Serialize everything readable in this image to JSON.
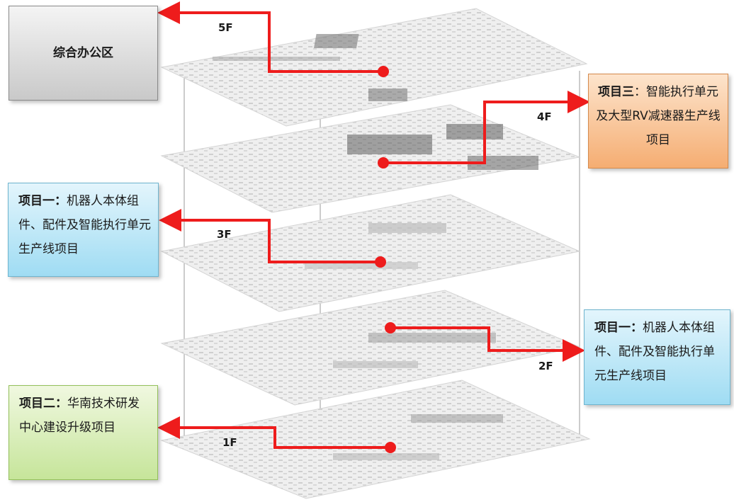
{
  "boxes": {
    "office": {
      "text": "综合办公区"
    },
    "project3": {
      "bold": "项目三",
      "text": "：智能执行单元及大型RV减速器生产线项目"
    },
    "project1_left": {
      "bold": "项目一：",
      "text": "机器人本体组件、配件及智能执行单元生产线项目"
    },
    "project1_right": {
      "bold": "项目一：",
      "text": "机器人本体组件、配件及智能执行单元生产线项目"
    },
    "project2": {
      "bold": "项目二：",
      "text": "华南技术研发中心建设升级项目"
    }
  },
  "floors": [
    "5F",
    "4F",
    "3F",
    "2F",
    "1F"
  ],
  "colors": {
    "arrow": "#ee1c1c",
    "office_box": "#d9d9d9",
    "project3_box": "#f8c39a",
    "project1_box": "#bfe7f6",
    "project2_box": "#d8edb9",
    "floor_plate": "#ececec"
  }
}
